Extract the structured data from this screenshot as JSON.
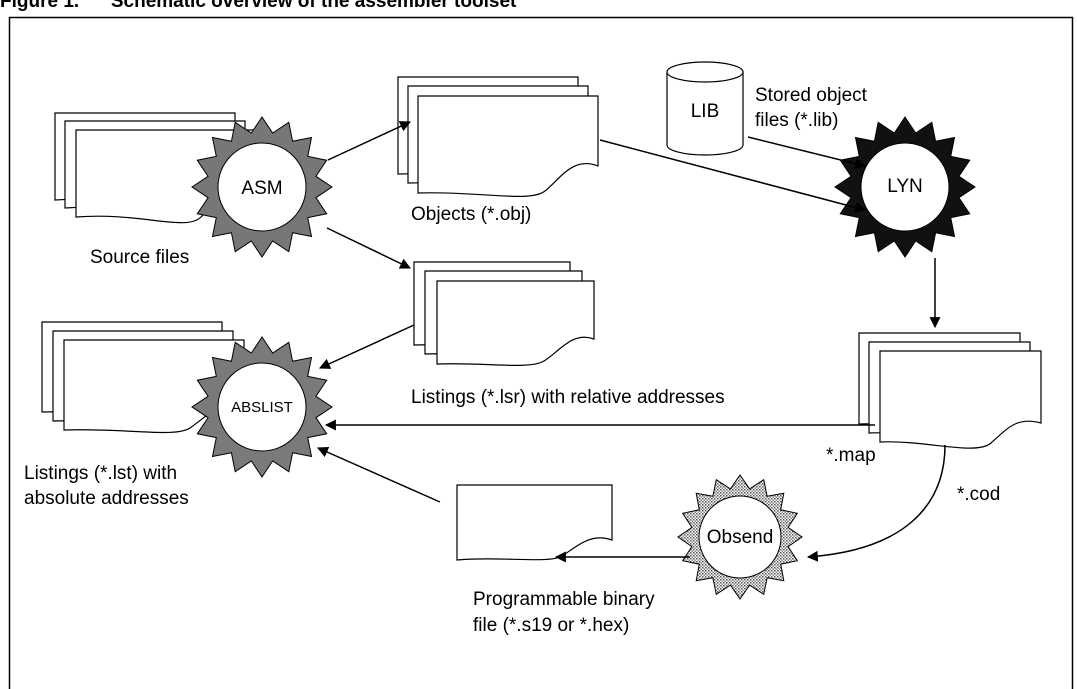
{
  "figure": {
    "caption": "Figure 1.      Schematic overview of the assembler toolset"
  },
  "tools": {
    "asm": "ASM",
    "lyn": "LYN",
    "abslist": "ABSLIST",
    "obsend": "Obsend",
    "lib": "LIB"
  },
  "labels": {
    "source_files": "Source files",
    "objects": "Objects (*.obj)",
    "stored_object_files_line1": "Stored object",
    "stored_object_files_line2": "files (*.lib)",
    "listings_relative": "Listings (*.lsr) with relative addresses",
    "map": "*.map",
    "cod": "*.cod",
    "listings_absolute_line1": "Listings (*.lst) with",
    "listings_absolute_line2": "absolute addresses",
    "binary_line1": "Programmable binary",
    "binary_line2": "file (*.s19 or *.hex)"
  },
  "colors": {
    "gear_asm": "#777777",
    "gear_lyn": "#111111",
    "gear_abslist": "#7a7a7a",
    "gear_obsend": "#c8c8c8",
    "stroke": "#000000"
  }
}
